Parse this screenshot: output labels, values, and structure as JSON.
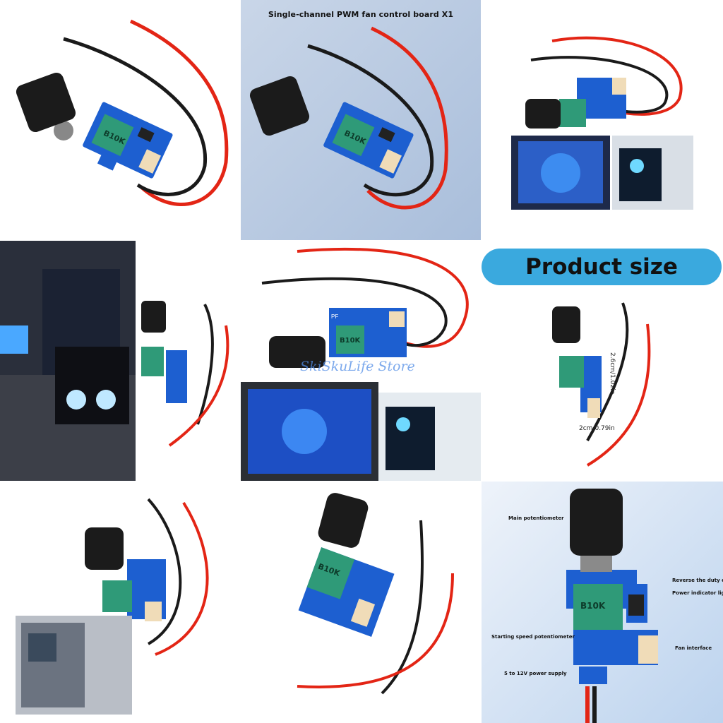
{
  "tiles": {
    "top_middle_caption": "Single-channel PWM fan control board X1",
    "product_size_title": "Product size",
    "watermark": "SkiSkuLife Store",
    "size_height": "2.6cm/1.02in",
    "size_width": "2cm/0.79in",
    "pot_marking": "B10K",
    "board_marking": "PF"
  },
  "annotations": {
    "main_potentiometer": "Main potentiometer",
    "reverse_duty_cycle": "Reverse the duty cycle",
    "power_indicator": "Power indicator light",
    "starting_speed": "Starting speed potentiometer",
    "fan_interface": "Fan interface",
    "power_supply": "5 to 12V power supply"
  },
  "colors": {
    "pcb_blue": "#1d5fd0",
    "pot_green": "#2f9a78",
    "wire_red": "#e32515",
    "wire_black": "#1a1a1a",
    "pill_blue": "#3aa9de",
    "knob_black": "#1b1b1b"
  }
}
